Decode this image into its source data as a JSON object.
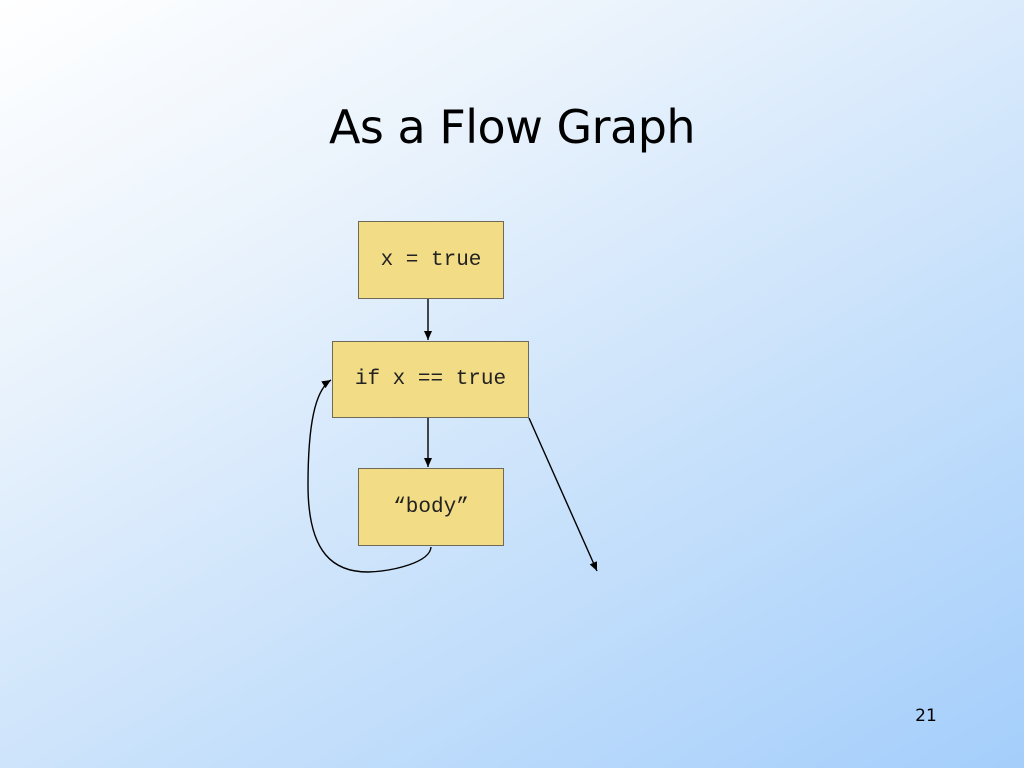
{
  "slide": {
    "title": "As a Flow Graph",
    "page_number": "21"
  },
  "colors": {
    "node_fill": "#f2dc85",
    "node_border": "#6f6a58",
    "edge": "#000000"
  },
  "diagram": {
    "nodes": [
      {
        "id": "assign",
        "label": "x = true"
      },
      {
        "id": "cond",
        "label": "if x == true"
      },
      {
        "id": "body",
        "label": "“body”"
      }
    ],
    "edges": [
      {
        "from": "assign",
        "to": "cond"
      },
      {
        "from": "cond",
        "to": "body"
      },
      {
        "from": "body",
        "to": "cond",
        "kind": "loop-back"
      },
      {
        "from": "cond",
        "to": "exit",
        "kind": "exit"
      }
    ]
  }
}
